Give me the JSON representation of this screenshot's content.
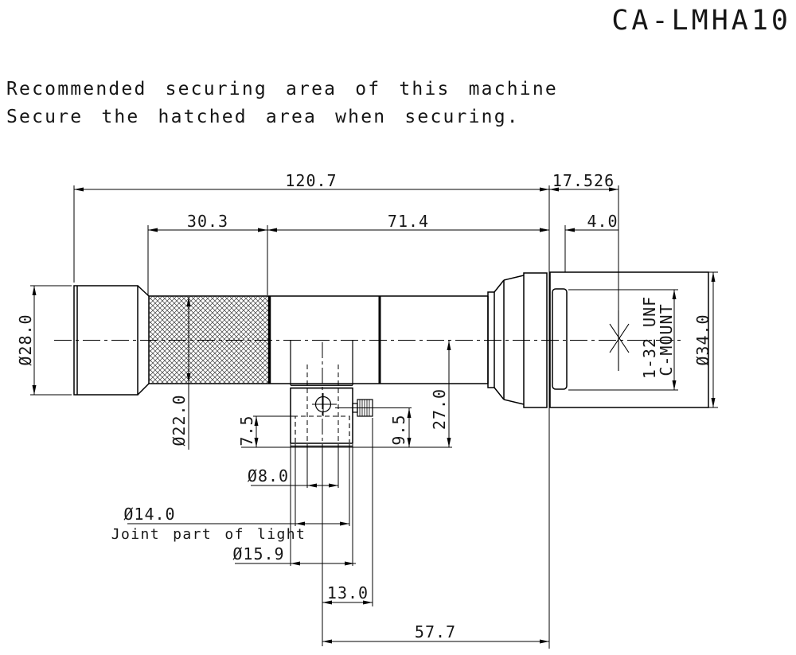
{
  "drawing": {
    "title": "CA-LMHA10",
    "note_line1": "Recommended securing area of this machine",
    "note_line2": "Secure the hatched area when securing.",
    "dims": {
      "overall_length": "120.7",
      "flange_back": "17.526",
      "securing_area_length": "30.3",
      "body_length": "71.4",
      "thread_length": "4.0",
      "front_dia": "Ø28.0",
      "securing_dia": "Ø22.0",
      "mount_dia": "Ø34.0",
      "mount_thread_line1": "1-32 UNF",
      "mount_thread_line2": "C-MOUNT",
      "joint_inner_depth": "7.5",
      "knob_axis_height": "9.5",
      "joint_drop": "27.0",
      "light_hole_dia": "Ø8.0",
      "light_joint_dia": "Ø14.0",
      "light_joint_note": "Joint part of light",
      "joint_outer_dia": "Ø15.9",
      "knob_offset": "13.0",
      "joint_to_flange": "57.7"
    }
  }
}
